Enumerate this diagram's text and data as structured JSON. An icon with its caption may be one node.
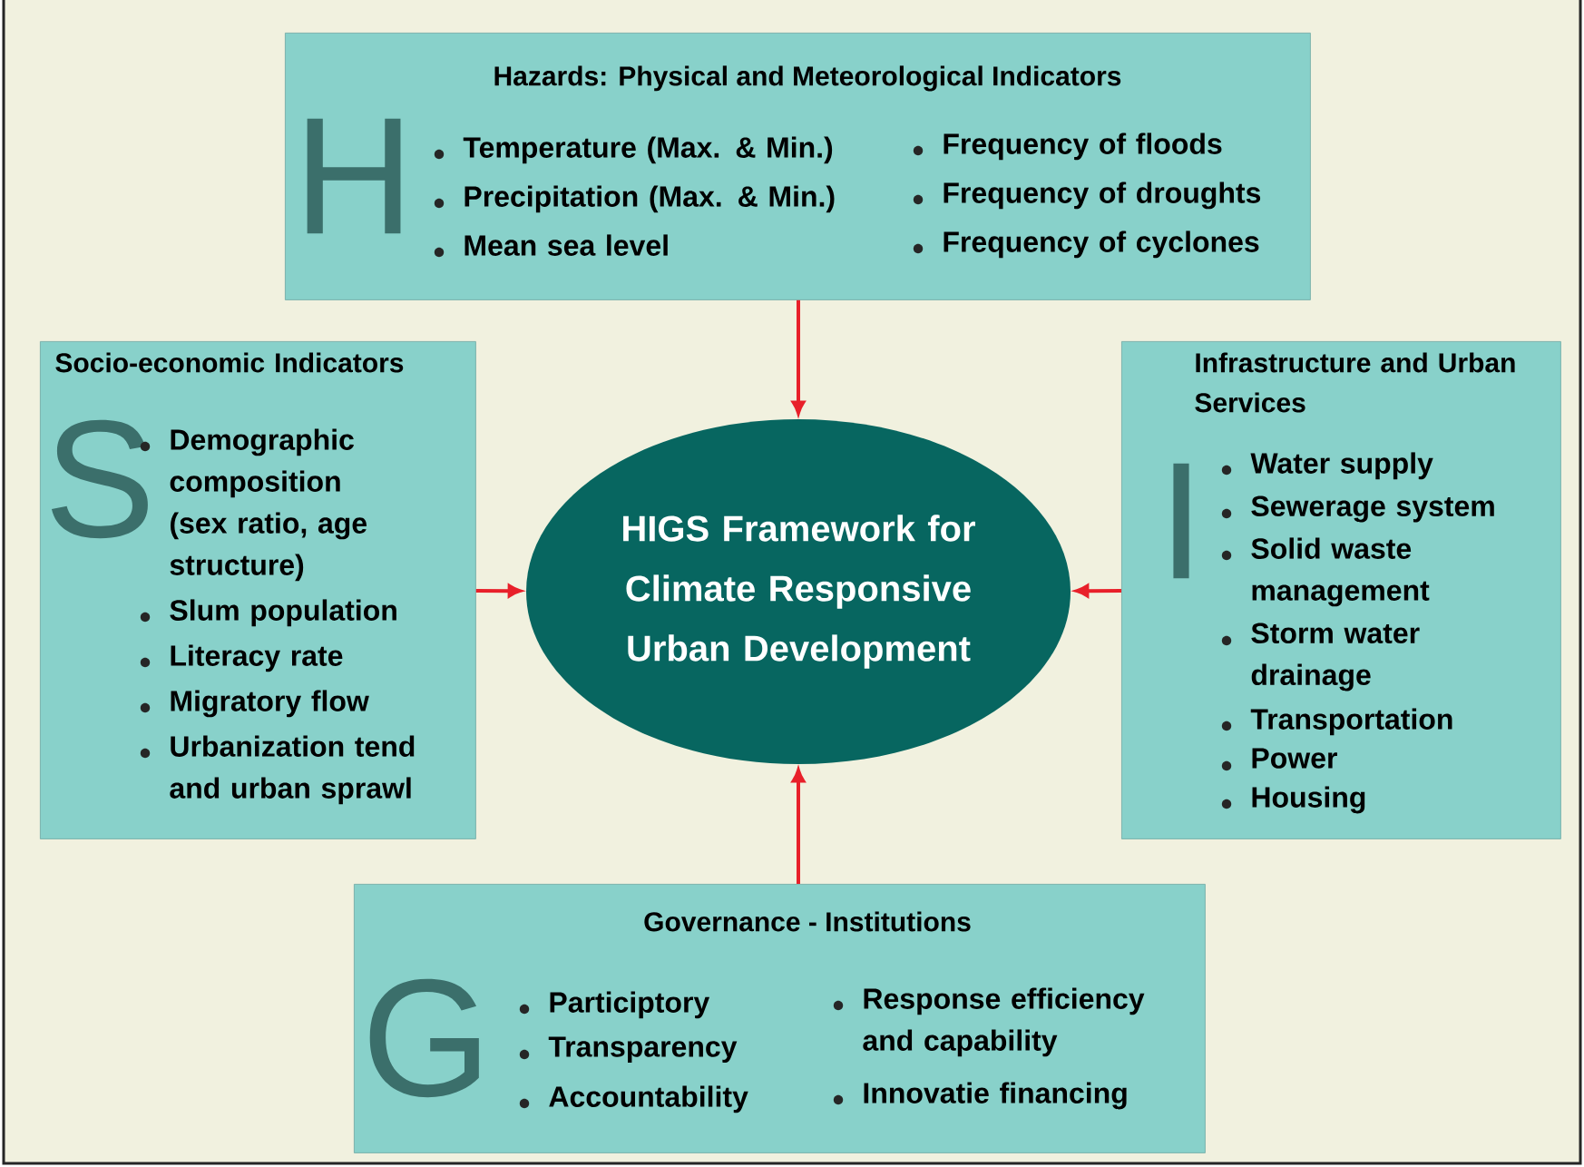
{
  "diagram": {
    "nodes": [
      {
        "text": [
          "Hazards: Physical and Meteorological Indicators",
          "H",
          "Temperature (Max. & Min.)",
          "Precipitation (Max. & Min.)",
          "Mean sea level",
          "Frequency of floods",
          "Frequency of droughts",
          "Frequency of cyclones"
        ]
      },
      {
        "text": [
          "Socio-economic Indicators",
          "S",
          "Demographic composition (sex ratio, age structure)",
          "Slum population",
          "Literacy rate",
          "Migratory flow",
          "Urbanization tend and urban sprawl"
        ]
      },
      {
        "text": [
          "HIGS Framework for Climate Responsive Urban Development"
        ]
      },
      {
        "text": [
          "Infrastructure and Urban Services",
          "I",
          "Water supply",
          "Sewerage system",
          "Solid waste management",
          "Storm water drainage",
          "Transportation",
          "Power",
          "Housing"
        ]
      },
      {
        "text": [
          "Governance - Institutions",
          "G",
          "Participtory",
          "Transparency",
          "Accountability",
          "Response efficiency and capability",
          "Innovatie financing"
        ]
      }
    ],
    "edges": [
      {
        "from": 0,
        "to": 2,
        "arrow": "to"
      },
      {
        "from": 1,
        "to": 2,
        "arrow": "to"
      },
      {
        "from": 3,
        "to": 2,
        "arrow": "to"
      },
      {
        "from": 4,
        "to": 2,
        "arrow": "to"
      }
    ]
  }
}
